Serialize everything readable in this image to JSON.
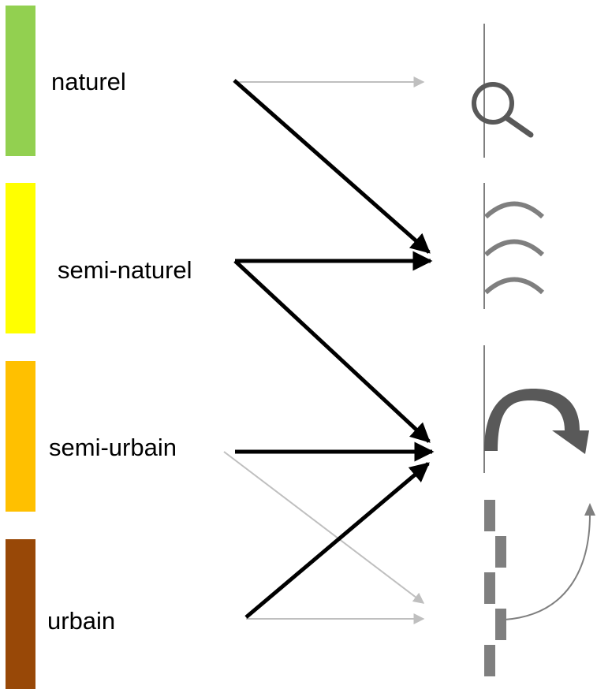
{
  "colors": {
    "naturel": "#92d050",
    "semi_naturel": "#ffff00",
    "semi_urbain": "#ffc000",
    "urbain": "#984807",
    "strong_arrow": "#000000",
    "weak_arrow": "#bfbfbf",
    "icon_gray": "#7f7f7f",
    "icon_dark": "#595959"
  },
  "categories": [
    {
      "key": "naturel",
      "label": "naturel"
    },
    {
      "key": "semi_naturel",
      "label": "semi-naturel"
    },
    {
      "key": "semi_urbain",
      "label": "semi-urbain"
    },
    {
      "key": "urbain",
      "label": "urbain"
    }
  ],
  "icons": [
    {
      "name": "magnifier-icon"
    },
    {
      "name": "arcs-icon"
    },
    {
      "name": "curved-arrow-icon"
    },
    {
      "name": "staggered-blocks-icon"
    }
  ],
  "links": [
    {
      "from": "naturel",
      "to": "magnifier-icon",
      "strength": "weak"
    },
    {
      "from": "naturel",
      "to": "arcs-icon",
      "strength": "strong"
    },
    {
      "from": "semi_naturel",
      "to": "arcs-icon",
      "strength": "strong"
    },
    {
      "from": "semi_naturel",
      "to": "curved-arrow-icon",
      "strength": "strong"
    },
    {
      "from": "semi_urbain",
      "to": "curved-arrow-icon",
      "strength": "strong"
    },
    {
      "from": "semi_urbain",
      "to": "staggered-blocks-icon",
      "strength": "weak"
    },
    {
      "from": "urbain",
      "to": "curved-arrow-icon",
      "strength": "strong"
    },
    {
      "from": "urbain",
      "to": "staggered-blocks-icon",
      "strength": "weak"
    }
  ]
}
